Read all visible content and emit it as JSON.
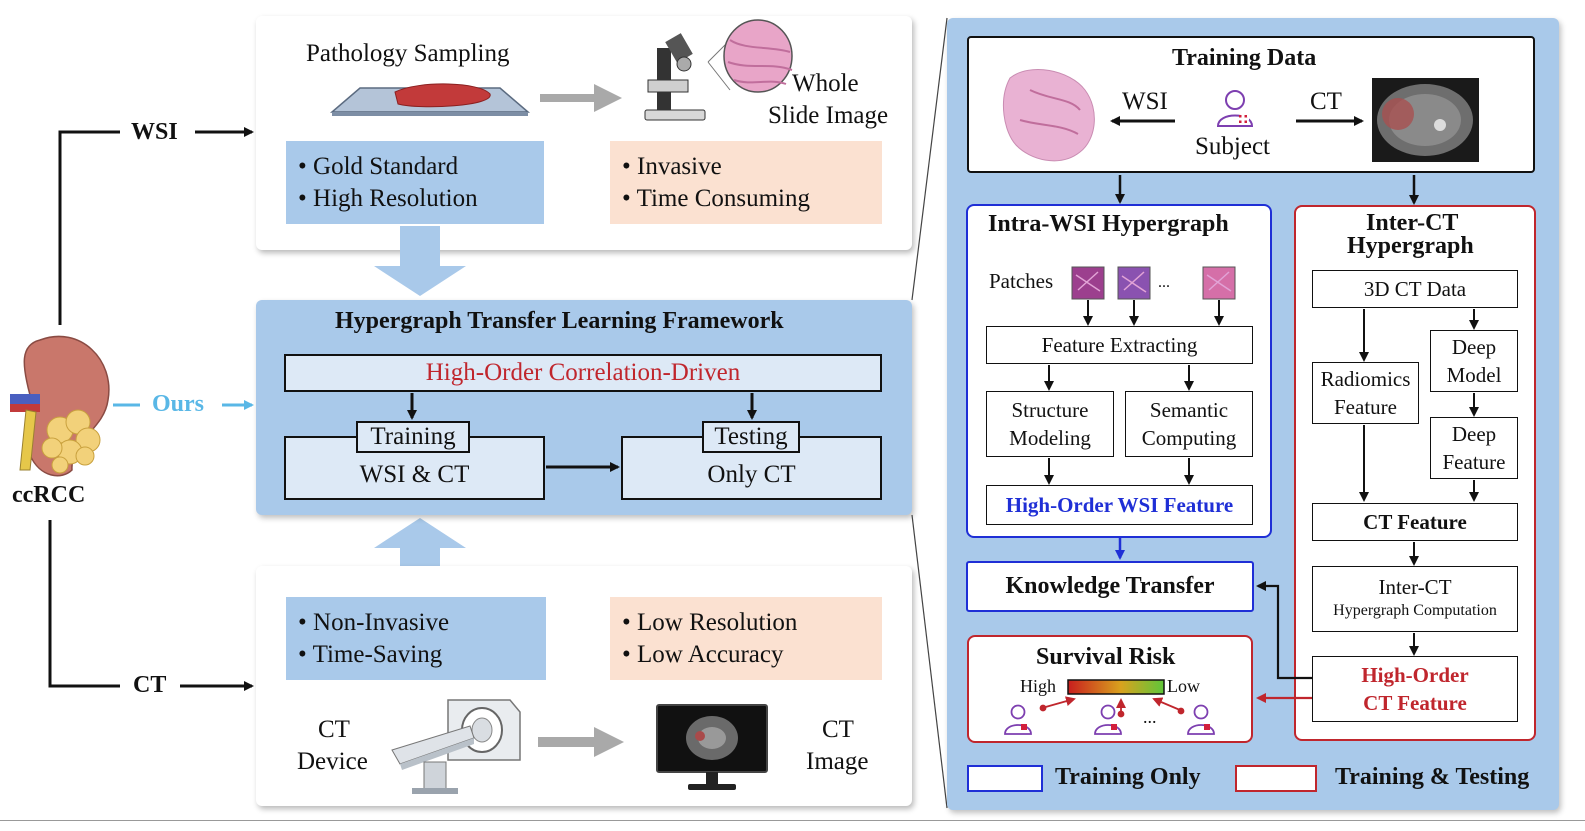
{
  "left": {
    "wsi_label": "WSI",
    "ct_label": "CT",
    "ours_label": "Ours",
    "organ_label": "ccRCC"
  },
  "wsi_panel": {
    "sampling": "Pathology Sampling",
    "whole": "Whole",
    "slide_image": "Slide Image",
    "pros": [
      "Gold Standard",
      "High Resolution"
    ],
    "cons": [
      "Invasive",
      "Time Consuming"
    ]
  },
  "framework": {
    "title": "Hypergraph Transfer Learning Framework",
    "subtitle": "High-Order Correlation-Driven",
    "training_tab": "Training",
    "training_body": "WSI & CT",
    "testing_tab": "Testing",
    "testing_body": "Only CT"
  },
  "ct_panel": {
    "pros": [
      "Non-Invasive",
      "Time-Saving"
    ],
    "cons": [
      "Low Resolution",
      "Low Accuracy"
    ],
    "device_1": "CT",
    "device_2": "Device",
    "image_1": "CT",
    "image_2": "Image"
  },
  "right": {
    "training_data": "Training Data",
    "wsi": "WSI",
    "ct": "CT",
    "subject": "Subject",
    "intra_title": "Intra-WSI Hypergraph",
    "patches": "Patches",
    "ellipsis": "...",
    "feature_extracting": "Feature Extracting",
    "structure_1": "Structure",
    "structure_2": "Modeling",
    "semantic_1": "Semantic",
    "semantic_2": "Computing",
    "wsi_feature": "High-Order WSI Feature",
    "inter_title_1": "Inter-CT",
    "inter_title_2": "Hypergraph",
    "ct3d": "3D CT Data",
    "radiomics_1": "Radiomics",
    "radiomics_2": "Feature",
    "deep_model_1": "Deep",
    "deep_model_2": "Model",
    "deep_feature_1": "Deep",
    "deep_feature_2": "Feature",
    "ct_feature": "CT Feature",
    "inter_comp_1": "Inter-CT",
    "inter_comp_2": "Hypergraph Computation",
    "ho_ct_1": "High-Order",
    "ho_ct_2": "CT Feature",
    "knowledge": "Knowledge Transfer",
    "survival": "Survival Risk",
    "high": "High",
    "low": "Low",
    "legend_training_only": "Training Only",
    "legend_training_testing": "Training & Testing"
  },
  "colors": {
    "panel_blue": "#a9c9ea",
    "peach": "#fbe1d1",
    "dark_red": "#c0262d",
    "blue_border": "#1f2fd6",
    "ours_cyan": "#59b7e6"
  }
}
